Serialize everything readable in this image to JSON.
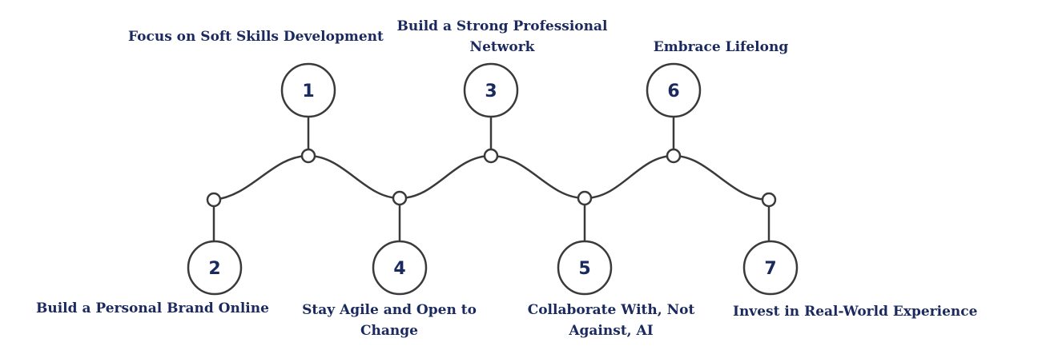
{
  "steps": [
    {
      "number": "1",
      "label": "Focus on Soft Skills Development"
    },
    {
      "number": "2",
      "label": "Build a Personal Brand Online"
    },
    {
      "number": "3",
      "label": "Build a Strong Professional Network"
    },
    {
      "number": "4",
      "label": "Stay Agile and Open to Change"
    },
    {
      "number": "5",
      "label": "Collaborate With, Not Against, AI"
    },
    {
      "number": "6",
      "label": "Embrace Lifelong"
    },
    {
      "number": "7",
      "label": "Invest in Real-World Experience"
    }
  ],
  "colors": {
    "text": "#1b2a5e",
    "line": "#3a3a3a",
    "background": "#ffffff"
  }
}
